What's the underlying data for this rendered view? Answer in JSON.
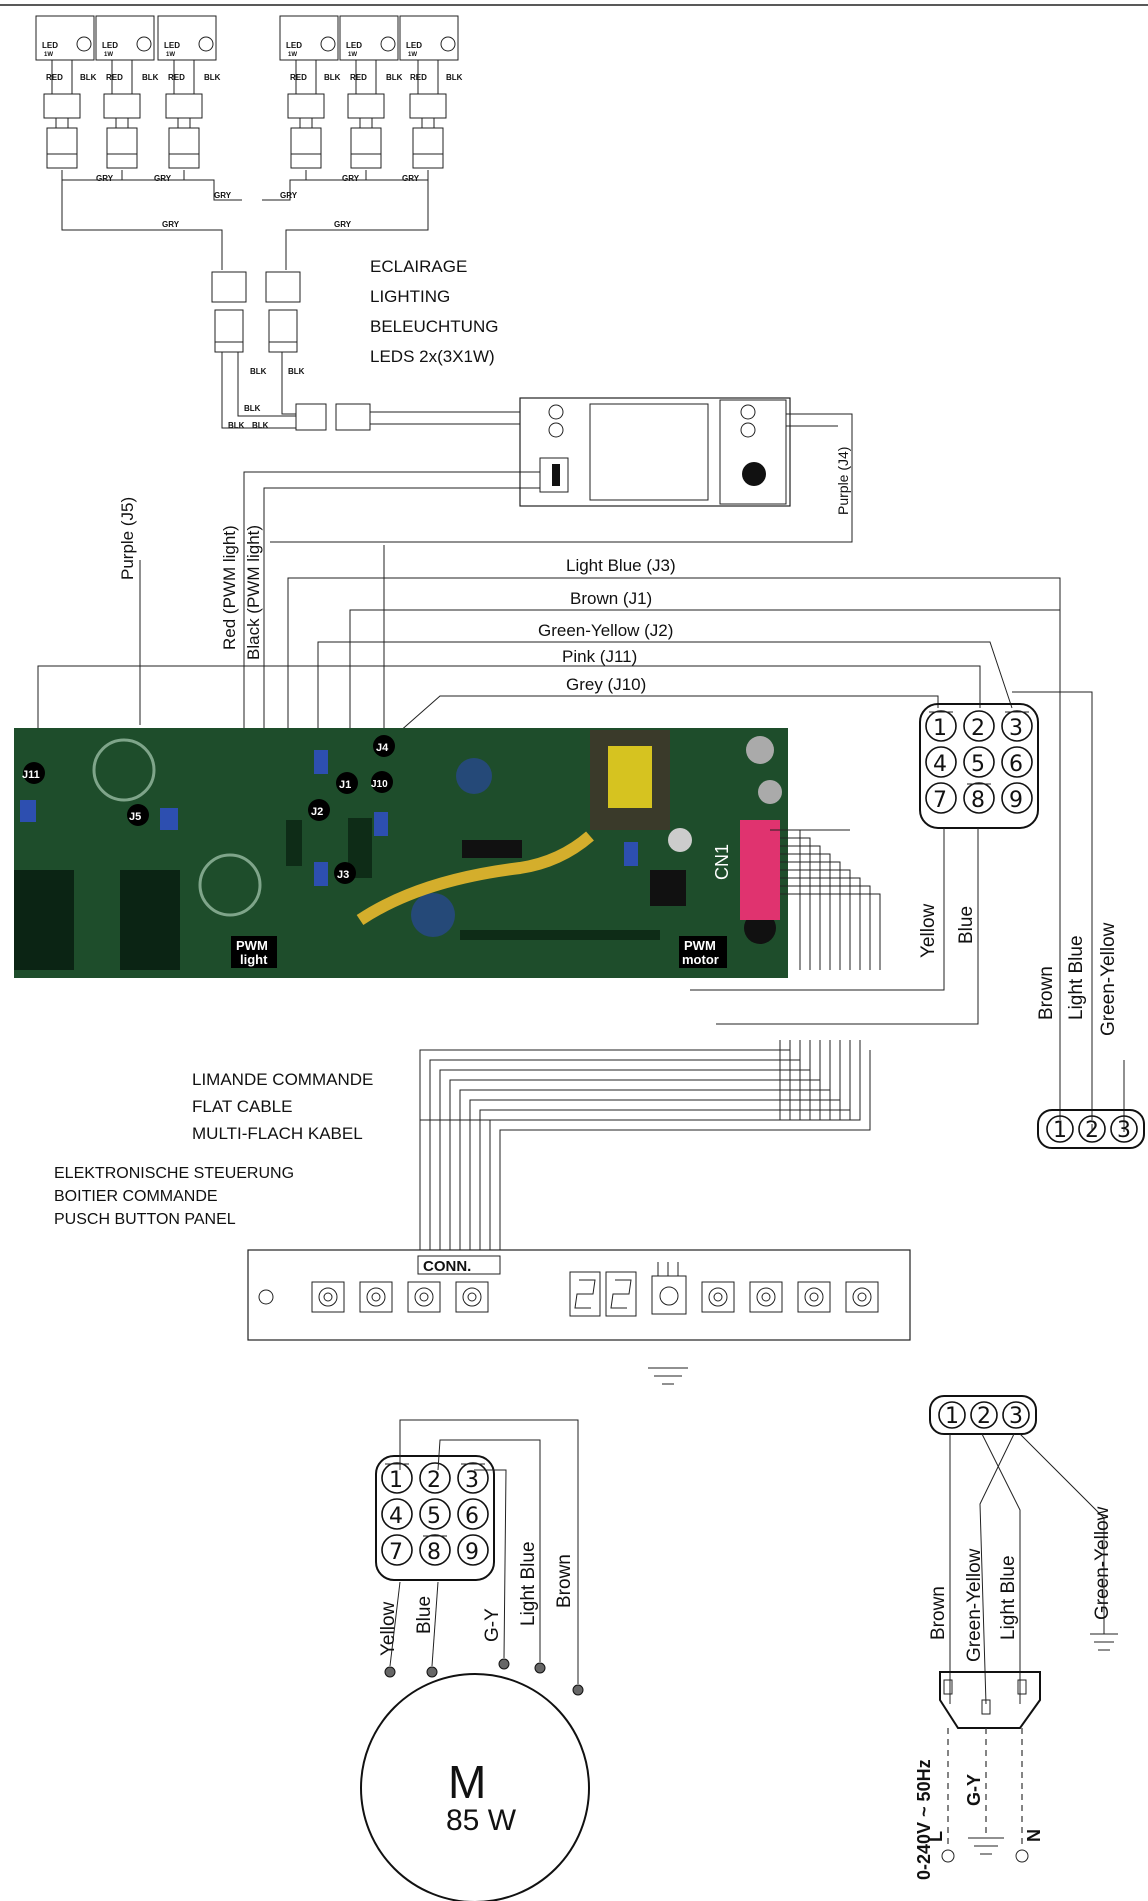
{
  "lighting_block": {
    "line1": "ECLAIRAGE",
    "line2": "LIGHTING",
    "line3": "BELEUCHTUNG",
    "line4": "LEDS 2x(3X1W)"
  },
  "led_labels": {
    "led": "LED",
    "watt": "1W"
  },
  "wire_tags": {
    "red": "RED",
    "blk": "BLK",
    "gry": "GRY"
  },
  "wires_top": {
    "light_blue_j3": "Light Blue (J3)",
    "brown_j1": "Brown (J1)",
    "green_yellow_j2": "Green-Yellow (J2)",
    "pink_j11": "Pink (J11)",
    "grey_j10": "Grey (J10)",
    "purple_j5": "Purple (J5)",
    "purple_j4": "Purple (J4)",
    "red_pwm": "Red (PWM light)",
    "black_pwm": "Black (PWM light)"
  },
  "board_labels": {
    "j11": "J11",
    "j5": "J5",
    "j1": "J1",
    "j2": "J2",
    "j3": "J3",
    "j4": "J4",
    "j10": "J10",
    "cn1": "CN1",
    "pwm": "PWM",
    "light": "light",
    "motor": "motor"
  },
  "connector9_pins": [
    "1",
    "2",
    "3",
    "4",
    "5",
    "6",
    "7",
    "8",
    "9"
  ],
  "connector3_pins": [
    "1",
    "2",
    "3"
  ],
  "side_wires": {
    "yellow": "Yellow",
    "blue": "Blue",
    "brown": "Brown",
    "light_blue": "Light Blue",
    "green_yellow": "Green-Yellow"
  },
  "flat_cable": {
    "line1": "LIMANDE COMMANDE",
    "line2": "FLAT CABLE",
    "line3": "MULTI-FLACH KABEL"
  },
  "panel_block": {
    "line1": "ELEKTRONISCHE STEUERUNG",
    "line2": "BOITIER COMMANDE",
    "line3": "PUSCH BUTTON PANEL",
    "conn": "CONN."
  },
  "motor": {
    "letter": "M",
    "power": "85 W",
    "wires": {
      "yellow": "Yellow",
      "blue": "Blue",
      "gy": "G-Y",
      "light_blue": "Light Blue",
      "brown": "Brown"
    }
  },
  "power": {
    "brown": "Brown",
    "green_yellow": "Green-Yellow",
    "light_blue": "Light Blue",
    "ground_green_yellow": "Green-Yellow",
    "supply": "0-240V ~ 50Hz",
    "gy": "G-Y",
    "l": "L",
    "n": "N"
  }
}
